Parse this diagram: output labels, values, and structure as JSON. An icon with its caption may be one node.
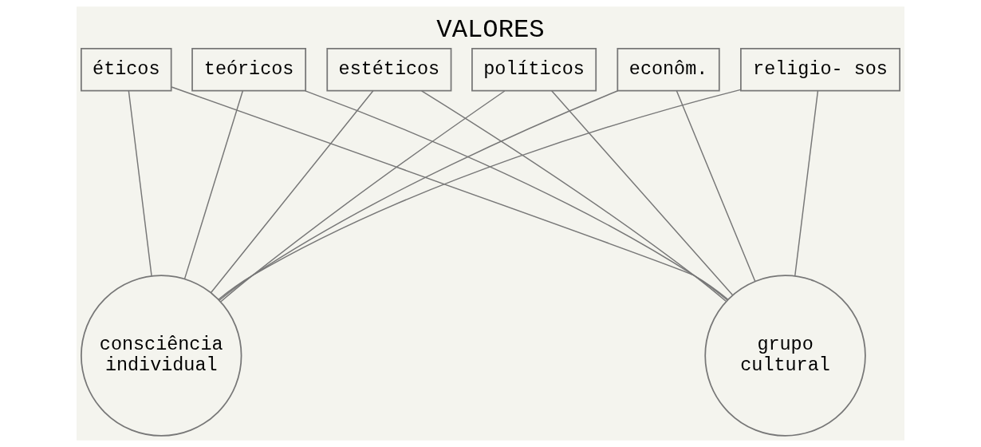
{
  "diagram": {
    "title": "VALORES",
    "nodes": [
      {
        "text": [
          "éticos"
        ]
      },
      {
        "text": [
          "teóricos"
        ]
      },
      {
        "text": [
          "estéticos"
        ]
      },
      {
        "text": [
          "políticos"
        ]
      },
      {
        "text": [
          "econôm."
        ]
      },
      {
        "text": [
          "religio- sos"
        ]
      },
      {
        "text": [
          "consciência individual"
        ]
      },
      {
        "text": [
          "grupo cultural"
        ]
      }
    ],
    "edges": [
      {
        "from": 0,
        "to": 6,
        "arrow": "none"
      },
      {
        "from": 0,
        "to": 7,
        "arrow": "none"
      },
      {
        "from": 1,
        "to": 6,
        "arrow": "none"
      },
      {
        "from": 1,
        "to": 7,
        "arrow": "none"
      },
      {
        "from": 2,
        "to": 6,
        "arrow": "none"
      },
      {
        "from": 2,
        "to": 7,
        "arrow": "none"
      },
      {
        "from": 3,
        "to": 6,
        "arrow": "none"
      },
      {
        "from": 3,
        "to": 7,
        "arrow": "none"
      },
      {
        "from": 4,
        "to": 6,
        "arrow": "none"
      },
      {
        "from": 4,
        "to": 7,
        "arrow": "none"
      },
      {
        "from": 5,
        "to": 6,
        "arrow": "none"
      },
      {
        "from": 5,
        "to": 7,
        "arrow": "none"
      }
    ]
  }
}
